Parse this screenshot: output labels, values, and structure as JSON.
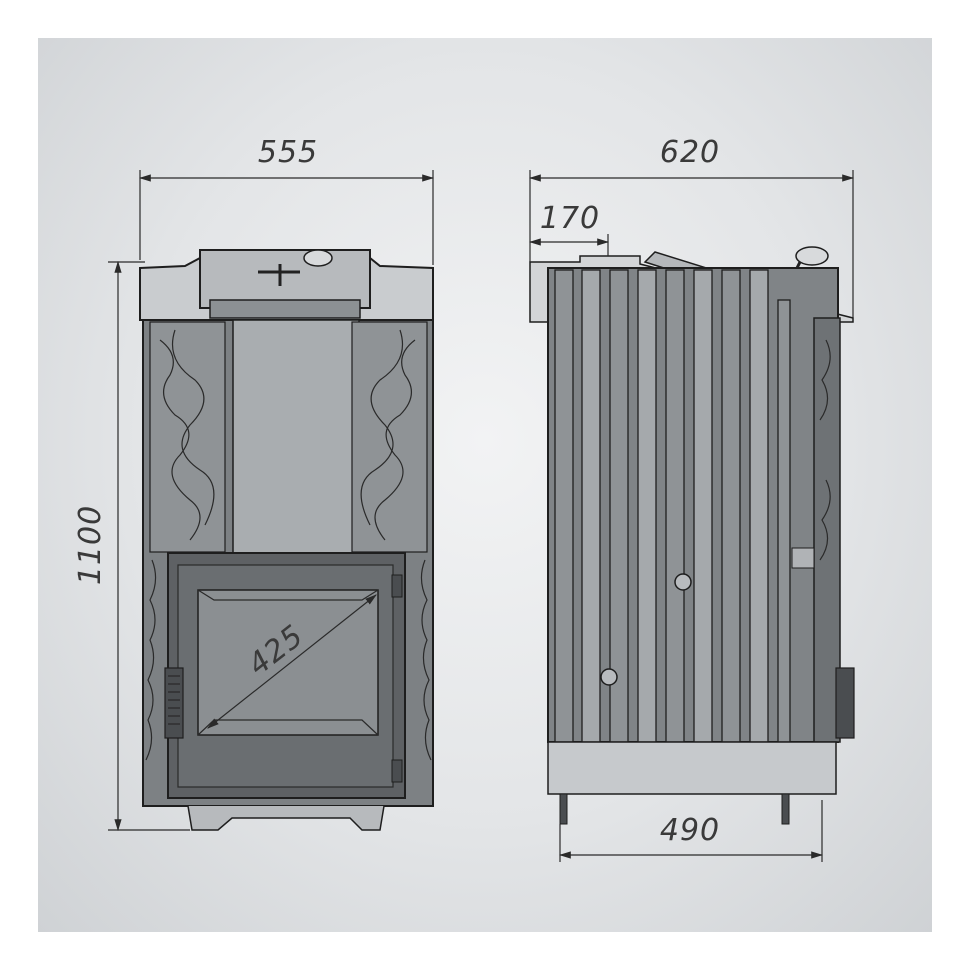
{
  "dimensions": {
    "front_width": "555",
    "front_height": "1100",
    "glass_diagonal": "425",
    "side_depth": "620",
    "side_step": "170",
    "side_base": "490"
  },
  "colors": {
    "background_panel": "#e3e5e7",
    "line": "#2a2a2a",
    "metal": "#7b7f82",
    "door": "#5b5e61",
    "glass": "#8a8e91"
  }
}
